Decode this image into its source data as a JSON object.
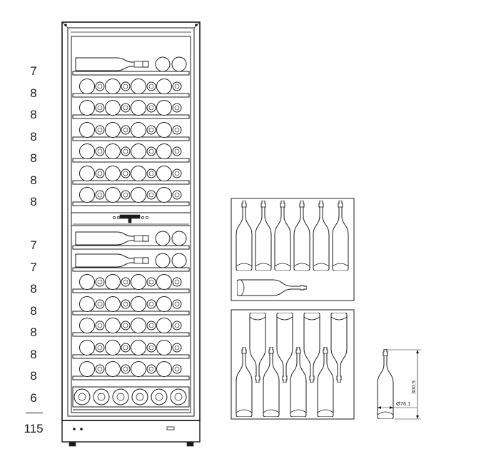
{
  "shelf_counts": [
    "7",
    "8",
    "8",
    "8",
    "8",
    "8",
    "8",
    "7",
    "7",
    "8",
    "8",
    "8",
    "8",
    "8",
    "6"
  ],
  "total_count": "115",
  "bottle_dimensions": {
    "height": "300.5",
    "diameter": "Ø76.1"
  },
  "colors": {
    "line": "#1a1a1a",
    "background": "#ffffff"
  }
}
